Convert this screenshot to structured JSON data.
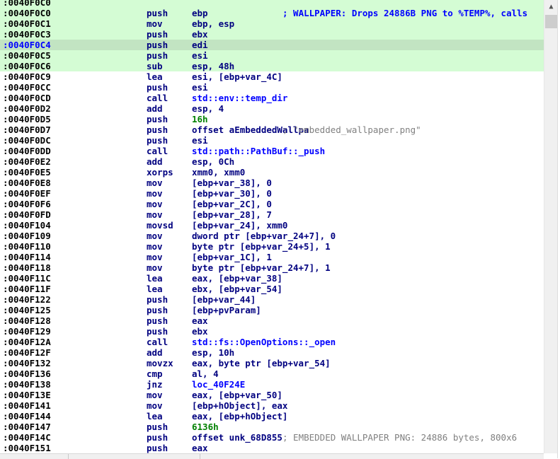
{
  "colors": {
    "highlight": "#d4fcd4",
    "selected": "#c2e4c2",
    "mnemonic": "#000080",
    "number": "#008000",
    "name": "#0000ff",
    "comment": "#808080"
  },
  "scrollbar": {
    "up_icon": "chevron-up-icon"
  },
  "lines": [
    {
      "addr": ":0040F0C0",
      "mn": "",
      "ops": "",
      "hl": true
    },
    {
      "addr": ":0040F0C0",
      "mn": "push",
      "ops": "ebp",
      "comment": "; WALLPAPER: Drops 24886B PNG to %TEMP%, calls",
      "comment_style": "blue",
      "hl": true
    },
    {
      "addr": ":0040F0C1",
      "mn": "mov",
      "ops": "ebp, esp",
      "hl": true
    },
    {
      "addr": ":0040F0C3",
      "mn": "push",
      "ops": "ebx",
      "hl": true
    },
    {
      "addr": ":0040F0C4",
      "mn": "push",
      "ops": "edi",
      "hl": true,
      "selected": true
    },
    {
      "addr": ":0040F0C5",
      "mn": "push",
      "ops": "esi",
      "hl": true
    },
    {
      "addr": ":0040F0C6",
      "mn": "sub",
      "ops": "esp, 48h",
      "hl": true
    },
    {
      "addr": ":0040F0C9",
      "mn": "lea",
      "ops": "esi, [ebp+var_4C]"
    },
    {
      "addr": ":0040F0CC",
      "mn": "push",
      "ops": "esi"
    },
    {
      "addr": ":0040F0CD",
      "mn": "call",
      "ops": "std::env::temp_dir"
    },
    {
      "addr": ":0040F0D2",
      "mn": "add",
      "ops": "esp, 4"
    },
    {
      "addr": ":0040F0D5",
      "mn": "push",
      "ops": "16h"
    },
    {
      "addr": ":0040F0D7",
      "mn": "push",
      "ops": "offset aEmbeddedWallpa",
      "comment": "; \"embedded_wallpaper.png\""
    },
    {
      "addr": ":0040F0DC",
      "mn": "push",
      "ops": "esi"
    },
    {
      "addr": ":0040F0DD",
      "mn": "call",
      "ops": "std::path::PathBuf::_push"
    },
    {
      "addr": ":0040F0E2",
      "mn": "add",
      "ops": "esp, 0Ch"
    },
    {
      "addr": ":0040F0E5",
      "mn": "xorps",
      "ops": "xmm0, xmm0"
    },
    {
      "addr": ":0040F0E8",
      "mn": "mov",
      "ops": "[ebp+var_38], 0"
    },
    {
      "addr": ":0040F0EF",
      "mn": "mov",
      "ops": "[ebp+var_30], 0"
    },
    {
      "addr": ":0040F0F6",
      "mn": "mov",
      "ops": "[ebp+var_2C], 0"
    },
    {
      "addr": ":0040F0FD",
      "mn": "mov",
      "ops": "[ebp+var_28], 7"
    },
    {
      "addr": ":0040F104",
      "mn": "movsd",
      "ops": "[ebp+var_24], xmm0"
    },
    {
      "addr": ":0040F109",
      "mn": "mov",
      "ops": "dword ptr [ebp+var_24+7], 0"
    },
    {
      "addr": ":0040F110",
      "mn": "mov",
      "ops": "byte ptr [ebp+var_24+5], 1"
    },
    {
      "addr": ":0040F114",
      "mn": "mov",
      "ops": "[ebp+var_1C], 1"
    },
    {
      "addr": ":0040F118",
      "mn": "mov",
      "ops": "byte ptr [ebp+var_24+7], 1"
    },
    {
      "addr": ":0040F11C",
      "mn": "lea",
      "ops": "eax, [ebp+var_38]"
    },
    {
      "addr": ":0040F11F",
      "mn": "lea",
      "ops": "ebx, [ebp+var_54]"
    },
    {
      "addr": ":0040F122",
      "mn": "push",
      "ops": "[ebp+var_44]"
    },
    {
      "addr": ":0040F125",
      "mn": "push",
      "ops": "[ebp+pvParam]"
    },
    {
      "addr": ":0040F128",
      "mn": "push",
      "ops": "eax"
    },
    {
      "addr": ":0040F129",
      "mn": "push",
      "ops": "ebx"
    },
    {
      "addr": ":0040F12A",
      "mn": "call",
      "ops": "std::fs::OpenOptions::_open"
    },
    {
      "addr": ":0040F12F",
      "mn": "add",
      "ops": "esp, 10h"
    },
    {
      "addr": ":0040F132",
      "mn": "movzx",
      "ops": "eax, byte ptr [ebp+var_54]"
    },
    {
      "addr": ":0040F136",
      "mn": "cmp",
      "ops": "al, 4"
    },
    {
      "addr": ":0040F138",
      "mn": "jnz",
      "ops": "loc_40F24E"
    },
    {
      "addr": ":0040F13E",
      "mn": "mov",
      "ops": "eax, [ebp+var_50]"
    },
    {
      "addr": ":0040F141",
      "mn": "mov",
      "ops": "[ebp+hObject], eax"
    },
    {
      "addr": ":0040F144",
      "mn": "lea",
      "ops": "eax, [ebp+hObject]"
    },
    {
      "addr": ":0040F147",
      "mn": "push",
      "ops": "6136h"
    },
    {
      "addr": ":0040F14C",
      "mn": "push",
      "ops": "offset unk_68D855",
      "comment": "; EMBEDDED WALLPAPER PNG: 24886 bytes, 800x6"
    },
    {
      "addr": ":0040F151",
      "mn": "push",
      "ops": "eax"
    }
  ]
}
